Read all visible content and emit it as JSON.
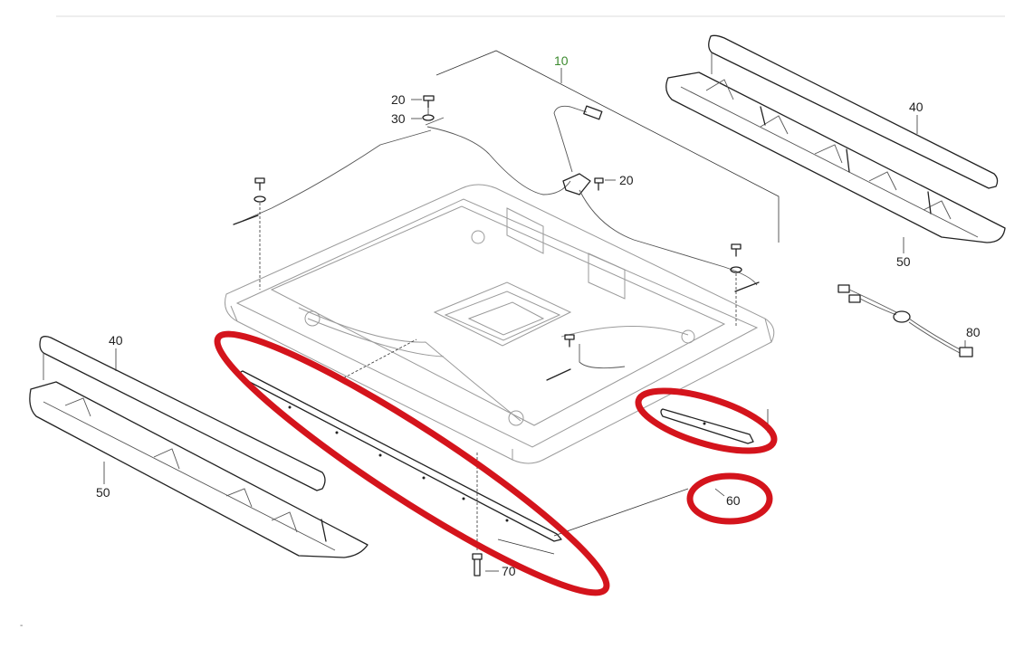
{
  "callouts": {
    "assembly": "10",
    "screw_top": "20",
    "washer_top": "30",
    "screw_bracket": "20",
    "bar_right": "40",
    "bar_left": "40",
    "base_right": "50",
    "base_left": "50",
    "strip": "60",
    "screw_bottom": "70",
    "harness": "80"
  },
  "footer_mark": "-",
  "colors": {
    "highlight": "#d4141c",
    "assembly_label": "#3c8a2e"
  }
}
